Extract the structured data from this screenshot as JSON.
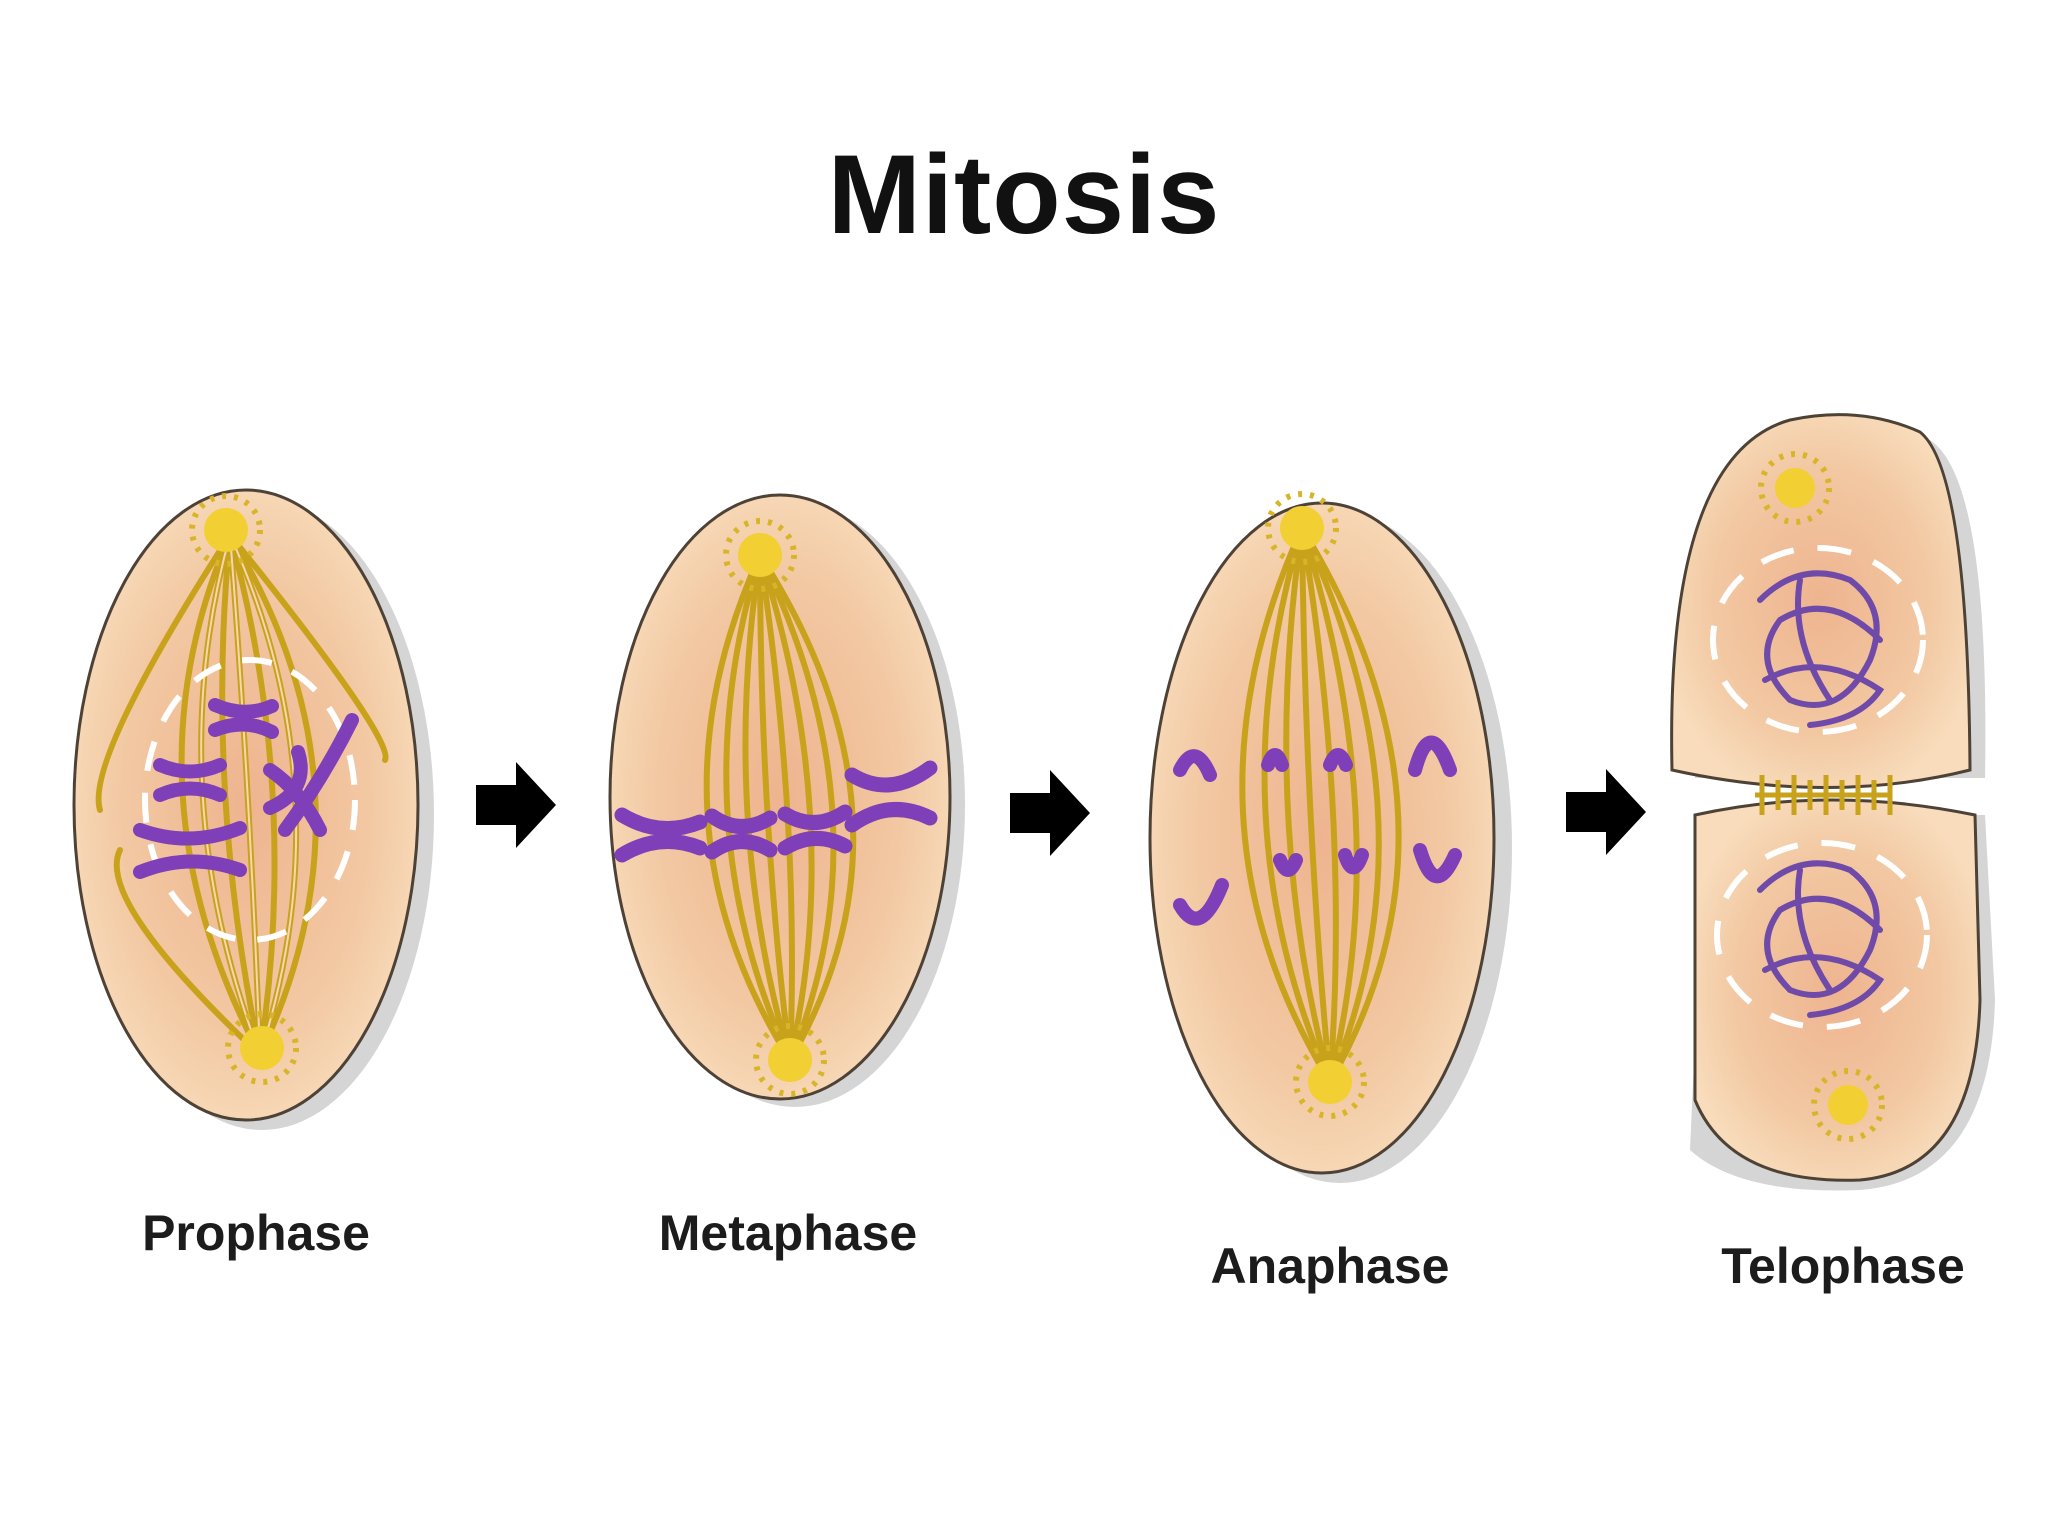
{
  "title": "Mitosis",
  "phases": [
    {
      "name": "Prophase"
    },
    {
      "name": "Metaphase"
    },
    {
      "name": "Anaphase"
    },
    {
      "name": "Telophase"
    }
  ],
  "colors": {
    "cell_fill": "#f6d6b2",
    "cell_inner": "#eeb48f",
    "cell_outline": "#4e4236",
    "cell_shadow": "#b7b7b7",
    "spindle": "#c9a21c",
    "centrosome": "#f2cf32",
    "chromosome": "#7e3fb8",
    "chromatin": "#6f4aa8",
    "nuclear_envelope": "#ffffff",
    "arrow": "#000000"
  }
}
